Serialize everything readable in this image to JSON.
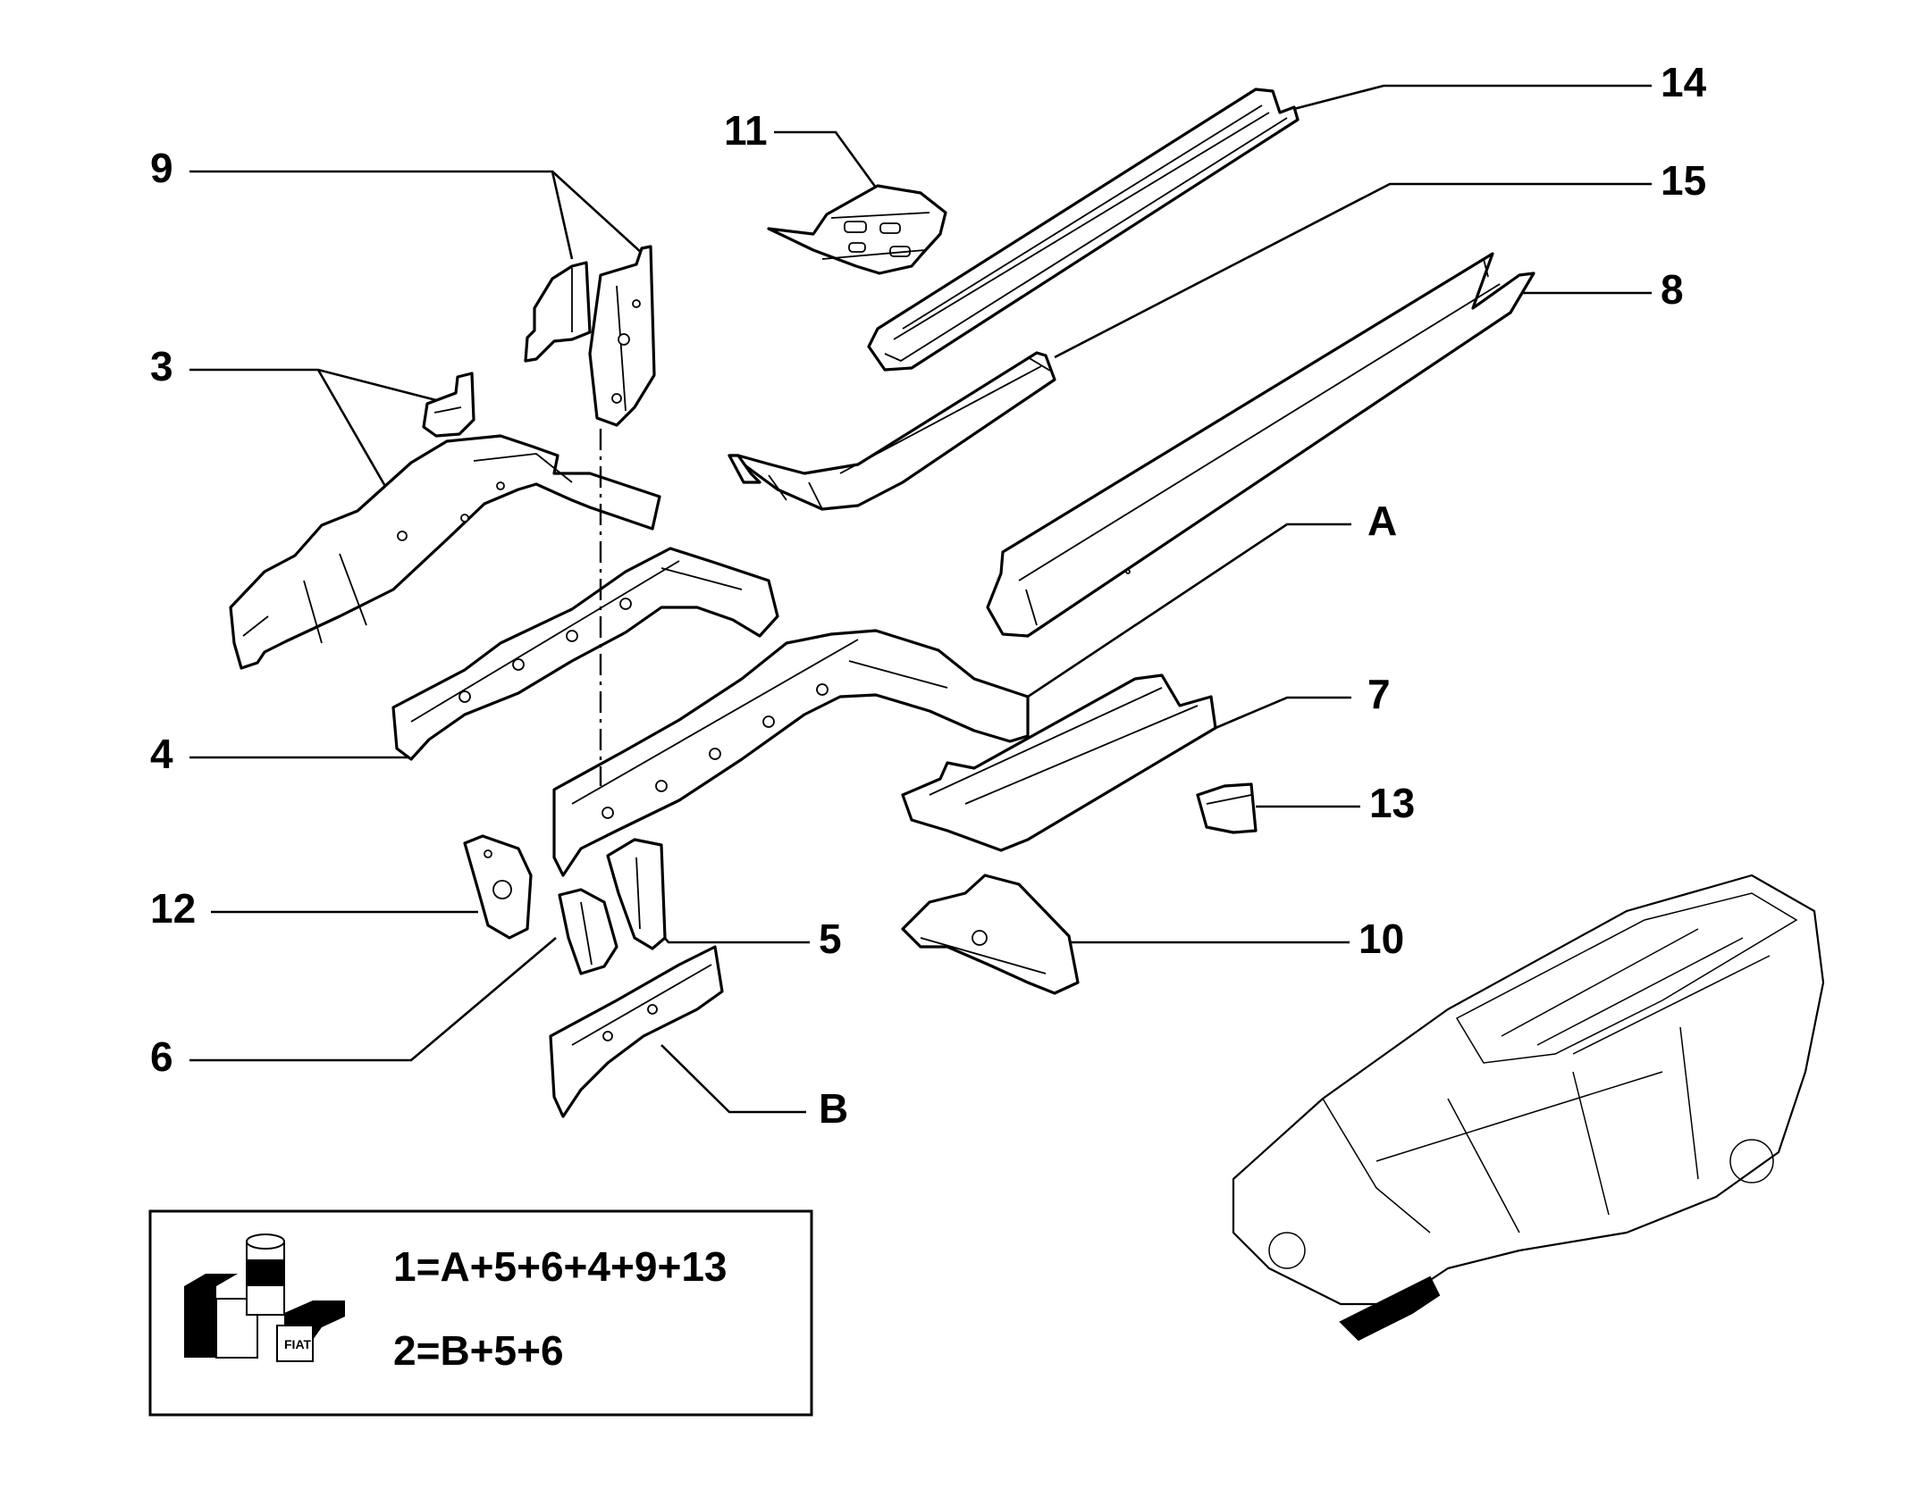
{
  "callouts": {
    "c1": "14",
    "c2": "11",
    "c3": "15",
    "c4": "9",
    "c5": "8",
    "c6": "3",
    "c7": "A",
    "c8": "7",
    "c9": "4",
    "c10": "13",
    "c11": "12",
    "c12": "5",
    "c13": "10",
    "c14": "6",
    "c15": "B"
  },
  "legend": {
    "formula_1": "1=A+5+6+4+9+13",
    "formula_2": "2=B+5+6",
    "logo_text": "FIAT"
  }
}
